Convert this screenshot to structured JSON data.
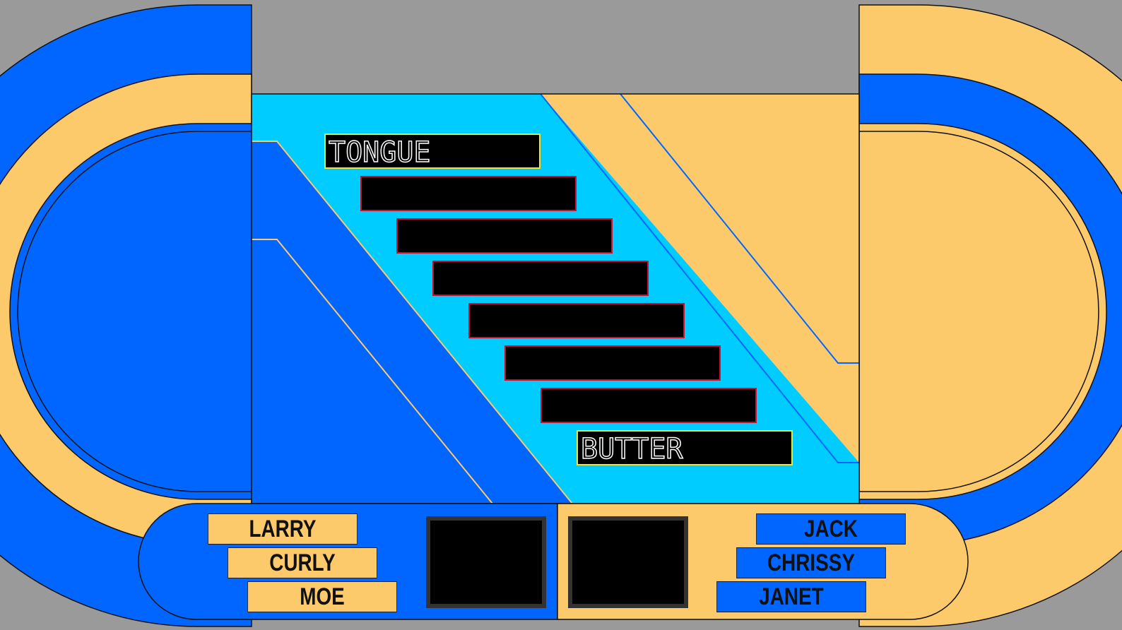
{
  "colors": {
    "gold": "#FDCA6B",
    "blue": "#0066FF",
    "cyan": "#00CCFF",
    "gray": "#9A9A9A",
    "slot_border_hidden": "#C8102E",
    "slot_border_revealed": "#E8E83A"
  },
  "board": {
    "slots": [
      {
        "text": "TONGUE",
        "revealed": true
      },
      {
        "text": "",
        "revealed": false
      },
      {
        "text": "",
        "revealed": false
      },
      {
        "text": "",
        "revealed": false
      },
      {
        "text": "",
        "revealed": false
      },
      {
        "text": "",
        "revealed": false
      },
      {
        "text": "",
        "revealed": false
      },
      {
        "text": "BUTTER",
        "revealed": true
      }
    ]
  },
  "teams": {
    "left": {
      "players": [
        "LARRY",
        "CURLY",
        "MOE"
      ],
      "score": ""
    },
    "right": {
      "players": [
        "JACK",
        "CHRISSY",
        "JANET"
      ],
      "score": ""
    }
  }
}
